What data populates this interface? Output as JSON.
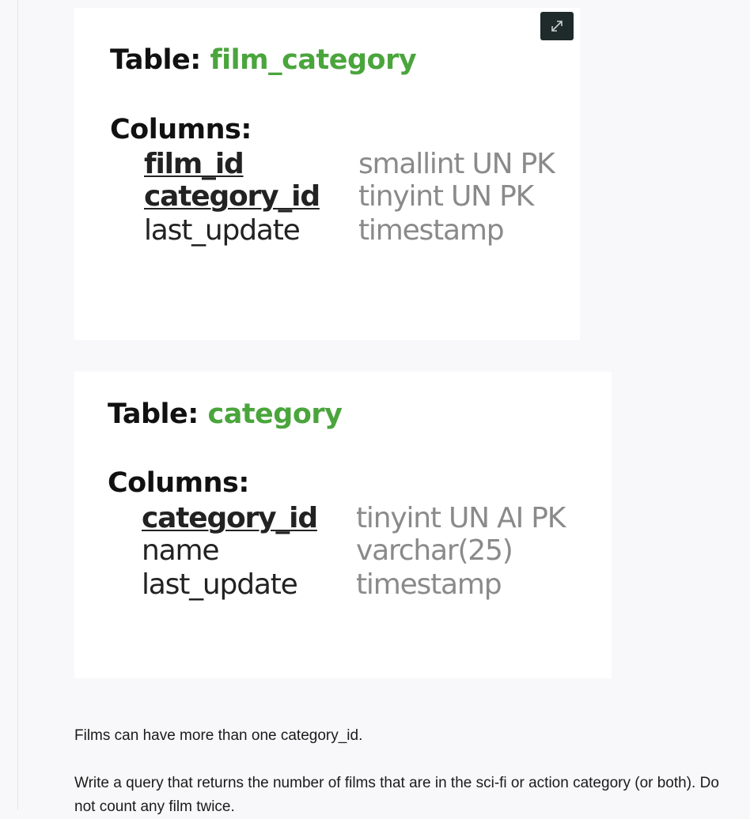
{
  "film_category_table": {
    "title_prefix": "Table: ",
    "title_name": "film_category",
    "columns_label": "Columns:",
    "columns": [
      {
        "name": "film_id",
        "type": "smallint UN PK",
        "key": true
      },
      {
        "name": "category_id",
        "type": "tinyint UN PK",
        "key": true
      },
      {
        "name": "last_update",
        "type": "timestamp",
        "key": false
      }
    ]
  },
  "category_table": {
    "title_prefix": "Table: ",
    "title_name": "category",
    "columns_label": "Columns:",
    "columns": [
      {
        "name": "category_id",
        "type": "tinyint UN AI PK",
        "key": true
      },
      {
        "name": "name",
        "type": "varchar(25)",
        "key": false
      },
      {
        "name": "last_update",
        "type": "timestamp",
        "key": false
      }
    ]
  },
  "expand_button": {
    "icon": "expand-arrows-icon"
  },
  "instructions": {
    "note": "Films can have more than one category_id.",
    "task": "Write a query that returns the number of films that are in the sci-fi or action category (or both). Do not count any film twice."
  },
  "colors": {
    "table_name": "#4aa53c",
    "type_text": "#8a8a8a",
    "button_bg": "#1f2a2a"
  }
}
